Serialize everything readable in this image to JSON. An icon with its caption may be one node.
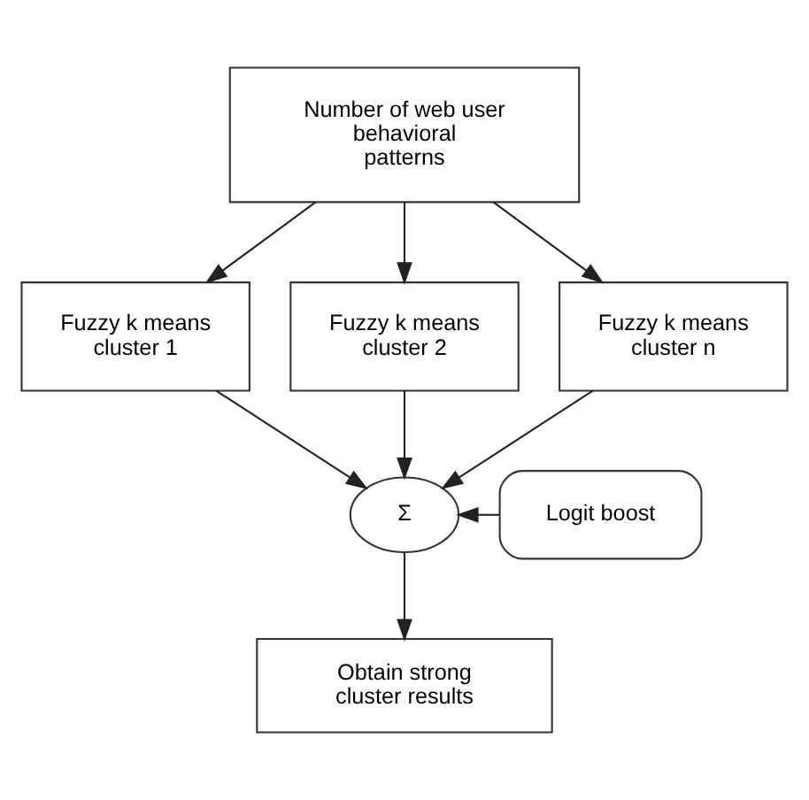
{
  "diagram": {
    "nodes": [
      {
        "text": [
          "Number of web user behavioral patterns"
        ]
      },
      {
        "text": [
          "Fuzzy k means cluster 1"
        ]
      },
      {
        "text": [
          "Fuzzy k means cluster 2"
        ]
      },
      {
        "text": [
          "Fuzzy k means cluster n"
        ]
      },
      {
        "text": [
          "Σ"
        ]
      },
      {
        "text": [
          "Logit boost"
        ]
      },
      {
        "text": [
          "Obtain strong cluster results"
        ]
      }
    ],
    "edges": [
      {
        "from": 0,
        "to": 1,
        "arrow": "to"
      },
      {
        "from": 0,
        "to": 2,
        "arrow": "to"
      },
      {
        "from": 0,
        "to": 3,
        "arrow": "to"
      },
      {
        "from": 1,
        "to": 4,
        "arrow": "to"
      },
      {
        "from": 2,
        "to": 4,
        "arrow": "to"
      },
      {
        "from": 3,
        "to": 4,
        "arrow": "to"
      },
      {
        "from": 5,
        "to": 4,
        "arrow": "to"
      },
      {
        "from": 4,
        "to": 6,
        "arrow": "to"
      }
    ]
  }
}
